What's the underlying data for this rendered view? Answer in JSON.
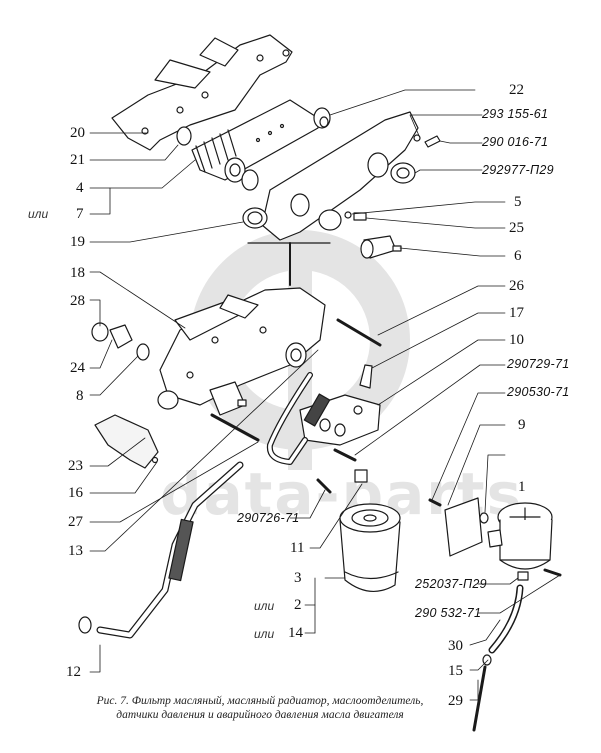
{
  "figure": {
    "caption_line1": "Рис. 7. Фильтр масляный, масляный радиатор, маслоотделитель,",
    "caption_line2": "датчики давления и аварийного давления масла двигателя",
    "watermark_text": "data-parts",
    "watermark_logo": "db-logo",
    "or_word": "или"
  },
  "callouts": {
    "n20": "20",
    "n21": "21",
    "n4": "4",
    "n7": "7",
    "n19": "19",
    "n22": "22",
    "n5": "5",
    "n25": "25",
    "n6": "6",
    "n18": "18",
    "n28": "28",
    "n24": "24",
    "n8": "8",
    "n23": "23",
    "n16": "16",
    "n26": "26",
    "n17": "17",
    "n10": "10",
    "n9": "9",
    "n1": "1",
    "n27": "27",
    "n13": "13",
    "n11": "11",
    "n3": "3",
    "n2": "2",
    "n14": "14",
    "n12": "12",
    "n30": "30",
    "n15": "15",
    "n29": "29"
  },
  "part_numbers": {
    "p293155": "293 155-61",
    "p290016": "290 016-71",
    "p292977": "292977-П29",
    "p290729": "290729-71",
    "p290530": "290530-71",
    "p290726": "290726-71",
    "p252037": "252037-П29",
    "p290532": "290 532-71"
  },
  "colors": {
    "ink": "#1a1a1a",
    "watermark": "#e2e2e2",
    "background": "#ffffff"
  }
}
